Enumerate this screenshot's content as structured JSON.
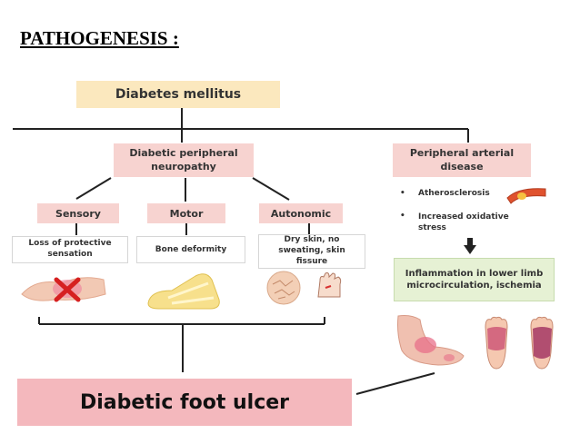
{
  "title": "PATHOGENESIS :",
  "root": "Diabetes mellitus",
  "neuropathy": "Diabetic peripheral neuropathy",
  "pad": "Peripheral arterial disease",
  "types": [
    "Sensory",
    "Motor",
    "Autonomic"
  ],
  "effects": [
    "Loss of protective sensation",
    "Bone deformity",
    "Dry skin, no sweating, skin fissure"
  ],
  "pad_bullets": [
    "Atherosclerosis",
    "Increased oxidative stress"
  ],
  "inflammation": "Inflammation in lower limb microcirculation, ischemia",
  "outcome": "Diabetic foot ulcer",
  "icons": [
    "foot-pain-x-icon",
    "foot-bone-icon",
    "dry-skin-icon",
    "skin-fissure-icon",
    "artery-plaque-icon",
    "ischemic-foot-icon",
    "ischemic-toes-icon"
  ],
  "colors": {
    "root": "#fbe8be",
    "category": "#f7d3d0",
    "outcome": "#f4b8bd",
    "inflammation": "#e6f1d4"
  }
}
